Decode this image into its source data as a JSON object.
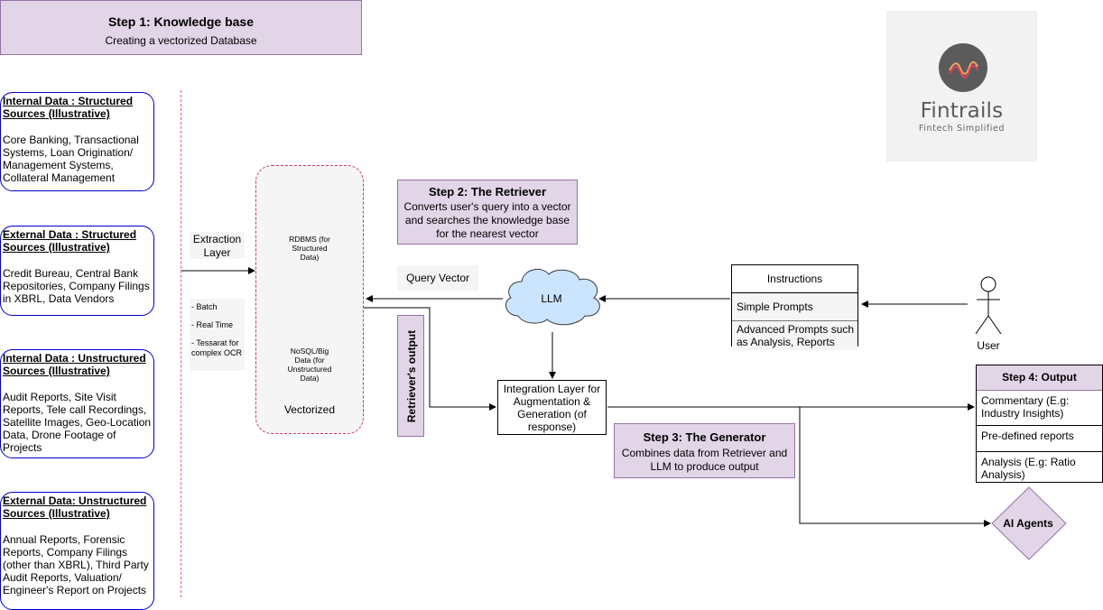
{
  "step1": {
    "title": "Step 1: Knowledge base",
    "subtitle": "Creating a vectorized Database"
  },
  "logo": {
    "name": "Fintrails",
    "tagline": "Fintech Simplified",
    "colors": {
      "circle": "#5b5b5b",
      "wave_top": "#f6a25a",
      "wave_bottom": "#d8435e"
    }
  },
  "sources": [
    {
      "title": "Internal Data : Structured Sources (Illustrative)",
      "body": " Core Banking, Transactional Systems, Loan Origination/ Management Systems, Collateral Management"
    },
    {
      "title": "External Data : Structured Sources (Illustrative)",
      "body": "Credit Bureau, Central Bank Repositories, Company Filings in XBRL, Data Vendors"
    },
    {
      "title": "Internal Data : Unstructured Sources (Illustrative)",
      "body": "Audit Reports, Site Visit Reports, Tele call Recordings, Satellite Images, Geo-Location Data, Drone Footage of Projects"
    },
    {
      "title": "External Data: Unstructured Sources (Illustrative)",
      "body": "Annual Reports, Forensic Reports, Company Filings (other than XBRL), Third Party Audit Reports, Valuation/ Engineer's Report on Projects"
    }
  ],
  "extraction": {
    "label": "Extraction Layer",
    "options": [
      "- Batch",
      "- Real Time",
      "- Tessarat for complex OCR"
    ]
  },
  "vectorized": {
    "label": "Vectorized",
    "rdbms": "RDBMS (for Structured Data)",
    "nosql": "NoSQL/Big Data (for Unstructured Data)"
  },
  "step2": {
    "title": "Step 2: The Retriever",
    "subtitle": "Converts user's query into a vector and searches the knowledge base for the nearest vector"
  },
  "query_vector": "Query Vector",
  "retriever_output": "Retriever's output",
  "llm": "LLM",
  "instructions": {
    "title": "Instructions",
    "items": [
      "Simple Prompts",
      "Advanced Prompts such as Analysis, Reports"
    ]
  },
  "user": "User",
  "integration": "Integration Layer for Augmentation & Generation (of response)",
  "step3": {
    "title": "Step 3: The Generator",
    "subtitle": "Combines data from Retriever and LLM to produce output"
  },
  "step4": {
    "title": "Step 4: Output",
    "items": [
      "Commentary (E.g: Industry Insights)",
      "Pre-defined reports",
      "Analysis (E.g: Ratio Analysis)"
    ]
  },
  "ai_agents": "AI Agents",
  "colors": {
    "step_fill": "#e1d5e7",
    "step_border": "#9673a6",
    "source_border": "#0000cc",
    "vector_border": "#d5306e",
    "cloud_fill": "#cce5ff",
    "cloud_border": "#36393d"
  }
}
